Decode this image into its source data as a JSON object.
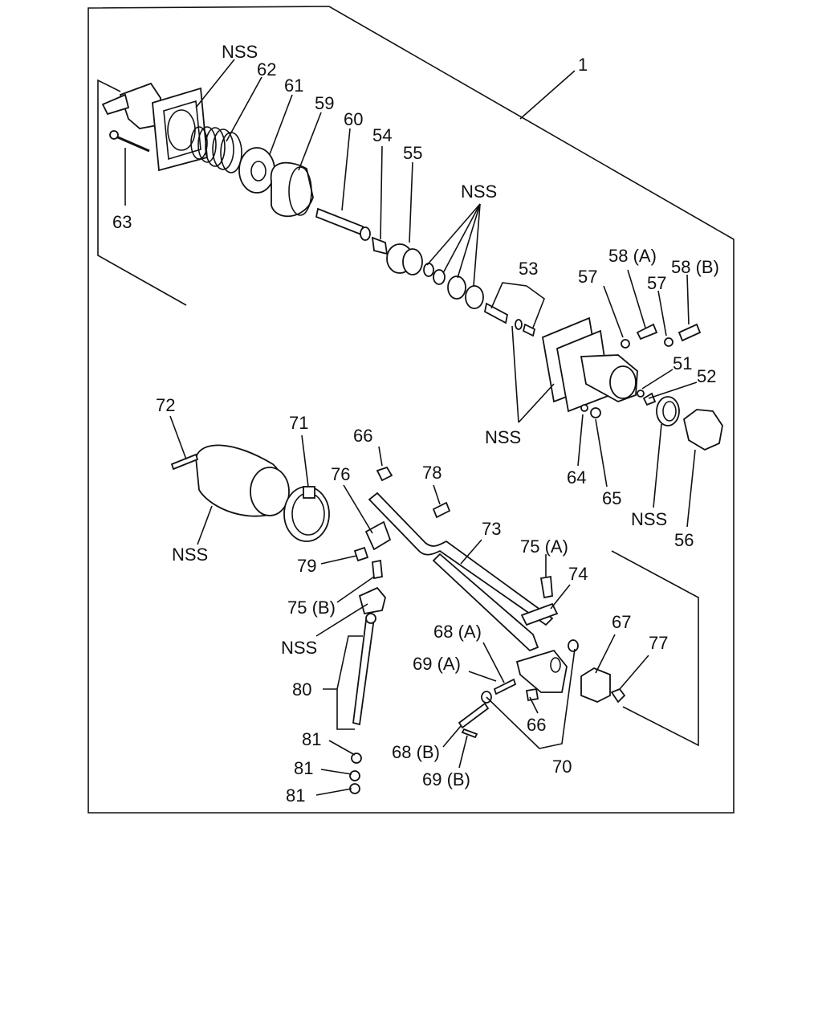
{
  "labels": {
    "nss": "NSS",
    "p1": "1",
    "p51": "51",
    "p52": "52",
    "p53": "53",
    "p54": "54",
    "p55": "55",
    "p56": "56",
    "p57": "57",
    "p58a": "58 (A)",
    "p58b": "58 (B)",
    "p59": "59",
    "p60": "60",
    "p61": "61",
    "p62": "62",
    "p63": "63",
    "p64": "64",
    "p65": "65",
    "p66": "66",
    "p67": "67",
    "p68a": "68 (A)",
    "p68b": "68 (B)",
    "p69a": "69 (A)",
    "p69b": "69 (B)",
    "p70": "70",
    "p71": "71",
    "p72": "72",
    "p73": "73",
    "p74": "74",
    "p75a": "75 (A)",
    "p75b": "75 (B)",
    "p76": "76",
    "p77": "77",
    "p78": "78",
    "p79": "79",
    "p80": "80",
    "p81": "81"
  }
}
